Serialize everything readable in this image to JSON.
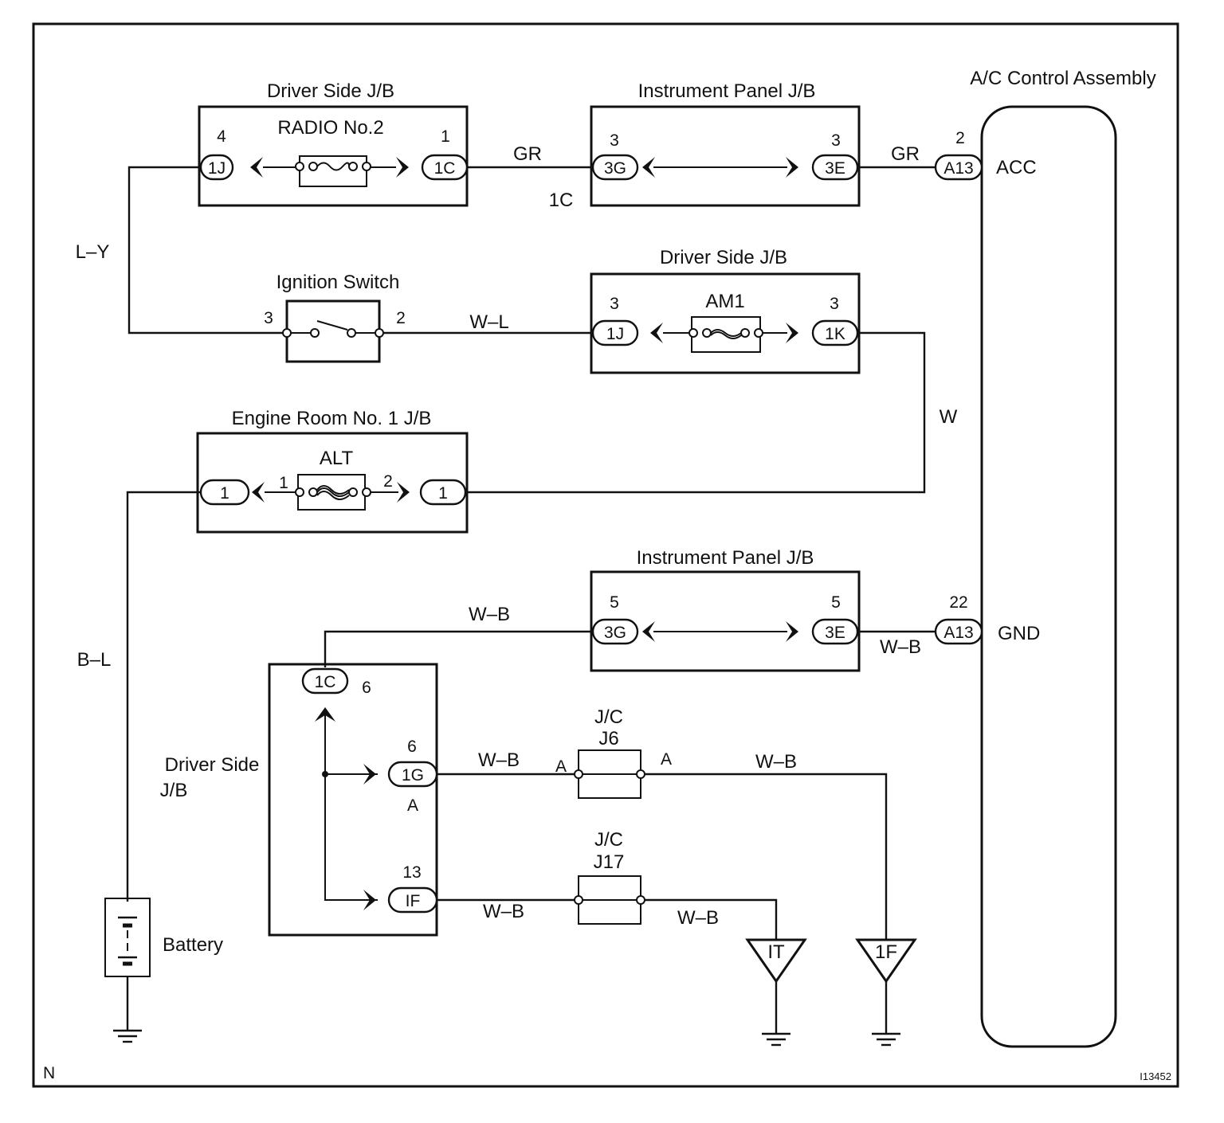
{
  "labels": {
    "ac_control_assembly": "A/C Control Assembly",
    "driver_side_jb_top": "Driver Side J/B",
    "instrument_panel_jb_top": "Instrument Panel J/B",
    "radio_fuse": "RADIO No.2",
    "driver_side_jb_mid": "Driver Side J/B",
    "am1_fuse": "AM1",
    "ignition_switch": "Ignition Switch",
    "engine_room_jb": "Engine Room No. 1 J/B",
    "alt_fuse": "ALT",
    "instrument_panel_jb_bottom": "Instrument Panel J/B",
    "driver_side_jb_bottom_1": "Driver Side",
    "driver_side_jb_bottom_2": "J/B",
    "battery": "Battery",
    "jc_j6_1": "J/C",
    "jc_j6_2": "J6",
    "jc_j17_1": "J/C",
    "jc_j17_2": "J17",
    "acc": "ACC",
    "gnd": "GND",
    "corner_n": "N",
    "figure_code": "I13452"
  },
  "wires": {
    "gr_1": "GR",
    "gr_2": "GR",
    "loose_1c": "1C",
    "l_y": "L–Y",
    "w_l": "W–L",
    "w": "W",
    "b_l": "B–L",
    "w_b_top": "W–B",
    "w_b_acgnd": "W–B",
    "w_b_j6_left": "W–B",
    "w_b_j6_right": "W–B",
    "w_b_j17_left": "W–B",
    "w_b_j17_right": "W–B"
  },
  "connectors": {
    "c_1j_top": "1J",
    "c_1c_top": "1C",
    "c_3g_top": "3G",
    "c_3e_top": "3E",
    "c_a13_top": "A13",
    "c_1j_mid": "1J",
    "c_1k_mid": "1K",
    "c_eng_left": "1",
    "c_eng_right": "1",
    "c_3g_bot": "3G",
    "c_3e_bot": "3E",
    "c_a13_bot": "A13",
    "c_1c_bot": "1C",
    "c_1g_bot": "1G",
    "c_if_bot": "IF",
    "ground_it": "IT",
    "ground_1f": "1F"
  },
  "pins": {
    "p4": "4",
    "p1_radio": "1",
    "p3_3g": "3",
    "p3_3e": "3",
    "p2_a13": "2",
    "p3_ign": "3",
    "p2_ign": "2",
    "p3_1j": "3",
    "p3_1k": "3",
    "p1_alt": "1",
    "p2_alt": "2",
    "p5_3g": "5",
    "p5_3e": "5",
    "p22_a13": "22",
    "p6_1c": "6",
    "p6_1g": "6",
    "pA_1g": "A",
    "pA_j6_left": "A",
    "pA_j6_right": "A",
    "p13_if": "13"
  }
}
